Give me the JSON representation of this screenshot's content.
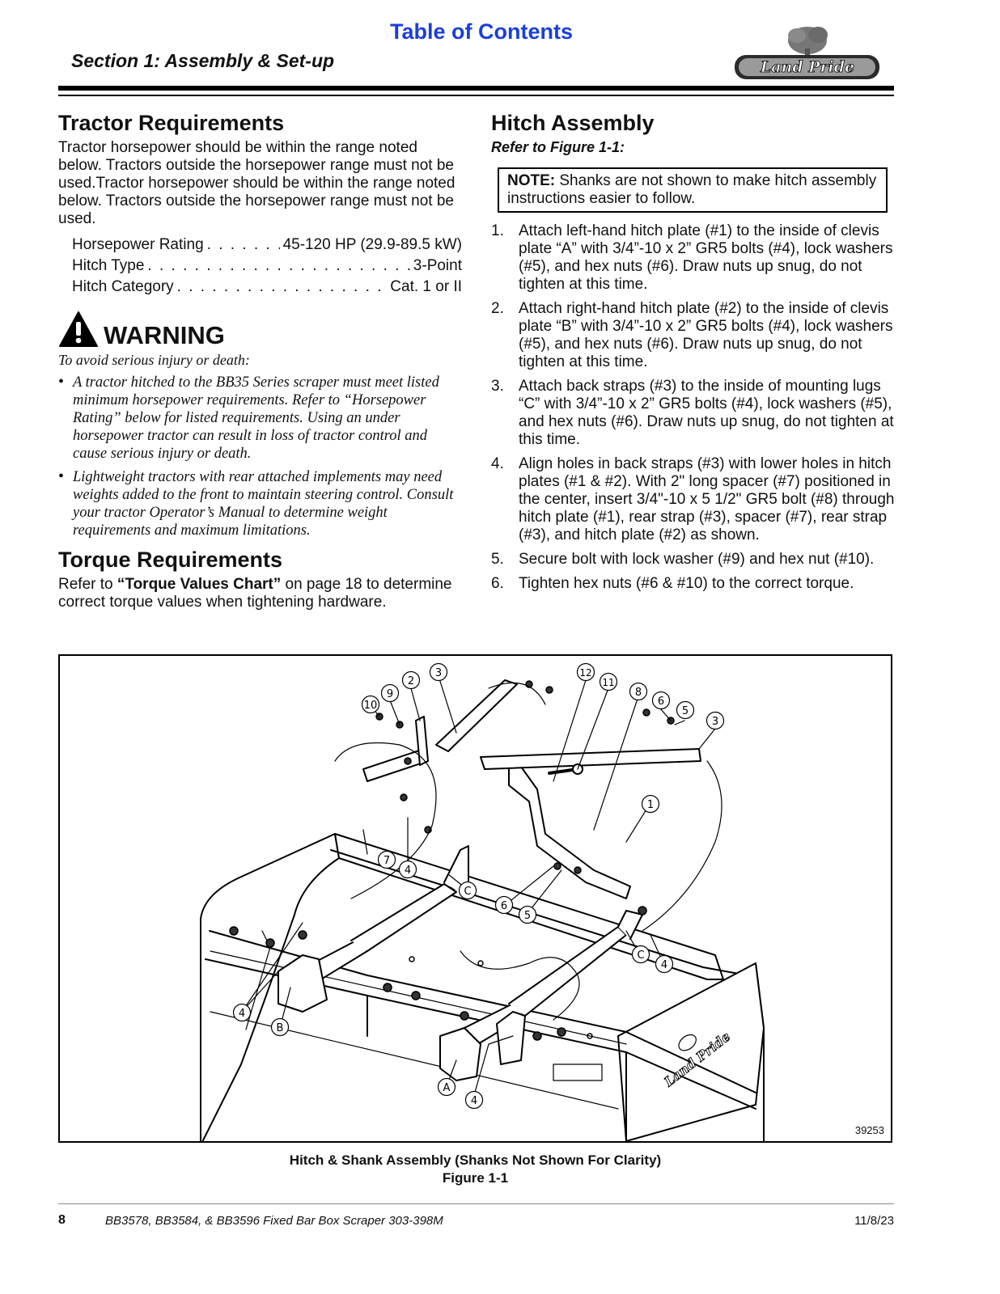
{
  "header": {
    "toc_link": "Table of Contents",
    "section_title": "Section 1: Assembly & Set-up",
    "logo_text": "Land Pride"
  },
  "tractor": {
    "heading": "Tractor Requirements",
    "body": "Tractor horsepower should be within the range noted below. Tractors outside the horsepower range must not be used.Tractor horsepower should be within the range noted below. Tractors outside the horsepower range must not be used.",
    "specs": [
      {
        "label": "Horsepower Rating",
        "value": "45-120 HP (29.9-89.5 kW)"
      },
      {
        "label": "Hitch Type",
        "value": "3-Point"
      },
      {
        "label": "Hitch Category",
        "value": "Cat. 1 or II"
      }
    ]
  },
  "warning": {
    "title": "WARNING",
    "intro": "To avoid serious injury or death:",
    "items": [
      "A tractor hitched to the BB35 Series scraper must meet listed minimum horsepower requirements. Refer to “Horsepower Rating” below for listed requirements. Using an under horsepower tractor can result in loss of tractor control and cause serious injury or death.",
      "Lightweight tractors with rear attached implements may need weights added to the front to maintain steering control. Consult your tractor Operator’s Manual to determine weight requirements and maximum limitations."
    ]
  },
  "torque": {
    "heading": "Torque Requirements",
    "body_before": "Refer to ",
    "chart_ref": "“Torque Values Chart”",
    "body_after": " on page 18 to determine correct torque values when tightening hardware."
  },
  "hitch": {
    "heading": "Hitch Assembly",
    "refer": "Refer to Figure 1-1:",
    "note_label": "NOTE:",
    "note_text": " Shanks are not shown to make hitch assembly instructions easier to follow.",
    "steps": [
      {
        "num": "1.",
        "text": "Attach left-hand hitch plate (#1) to the inside of clevis plate “A” with 3/4”-10 x 2” GR5 bolts (#4), lock washers (#5), and hex nuts (#6). Draw nuts up snug, do not tighten at this time."
      },
      {
        "num": "2.",
        "text": "Attach right-hand hitch plate (#2) to the inside of clevis plate “B” with 3/4”-10 x 2” GR5 bolts (#4), lock washers (#5), and hex nuts (#6). Draw nuts up snug, do not tighten at this time."
      },
      {
        "num": "3.",
        "text": "Attach back straps (#3) to the inside of mounting lugs “C” with 3/4”-10 x 2” GR5 bolts (#4), lock washers (#5), and hex nuts (#6). Draw nuts up snug, do not tighten at this time."
      },
      {
        "num": "4.",
        "text": "Align holes in back straps (#3) with lower holes in hitch plates (#1 & #2). With 2\" long spacer (#7) positioned in the center, insert 3/4\"-10 x 5 1/2\" GR5 bolt (#8) through hitch plate (#1), rear strap (#3), spacer (#7), rear strap (#3), and hitch plate (#2) as shown."
      },
      {
        "num": "5.",
        "text": "Secure bolt with lock washer (#9) and hex nut (#10)."
      },
      {
        "num": "6.",
        "text": "Tighten hex nuts (#6 & #10) to the correct torque."
      }
    ]
  },
  "figure": {
    "callouts": [
      "10",
      "9",
      "2",
      "3",
      "12",
      "11",
      "8",
      "6",
      "5",
      "3",
      "1",
      "7",
      "4",
      "C",
      "6",
      "5",
      "C",
      "4",
      "4",
      "B",
      "A",
      "4"
    ],
    "number_id": "39253",
    "caption": "Hitch & Shank Assembly (Shanks Not Shown For Clarity)",
    "label": "Figure 1-1",
    "box_logo": "Land Pride"
  },
  "footer": {
    "page_number": "8",
    "title": "BB3578, BB3584, & BB3596 Fixed Bar Box Scraper 303-398M",
    "date": "11/8/23"
  }
}
